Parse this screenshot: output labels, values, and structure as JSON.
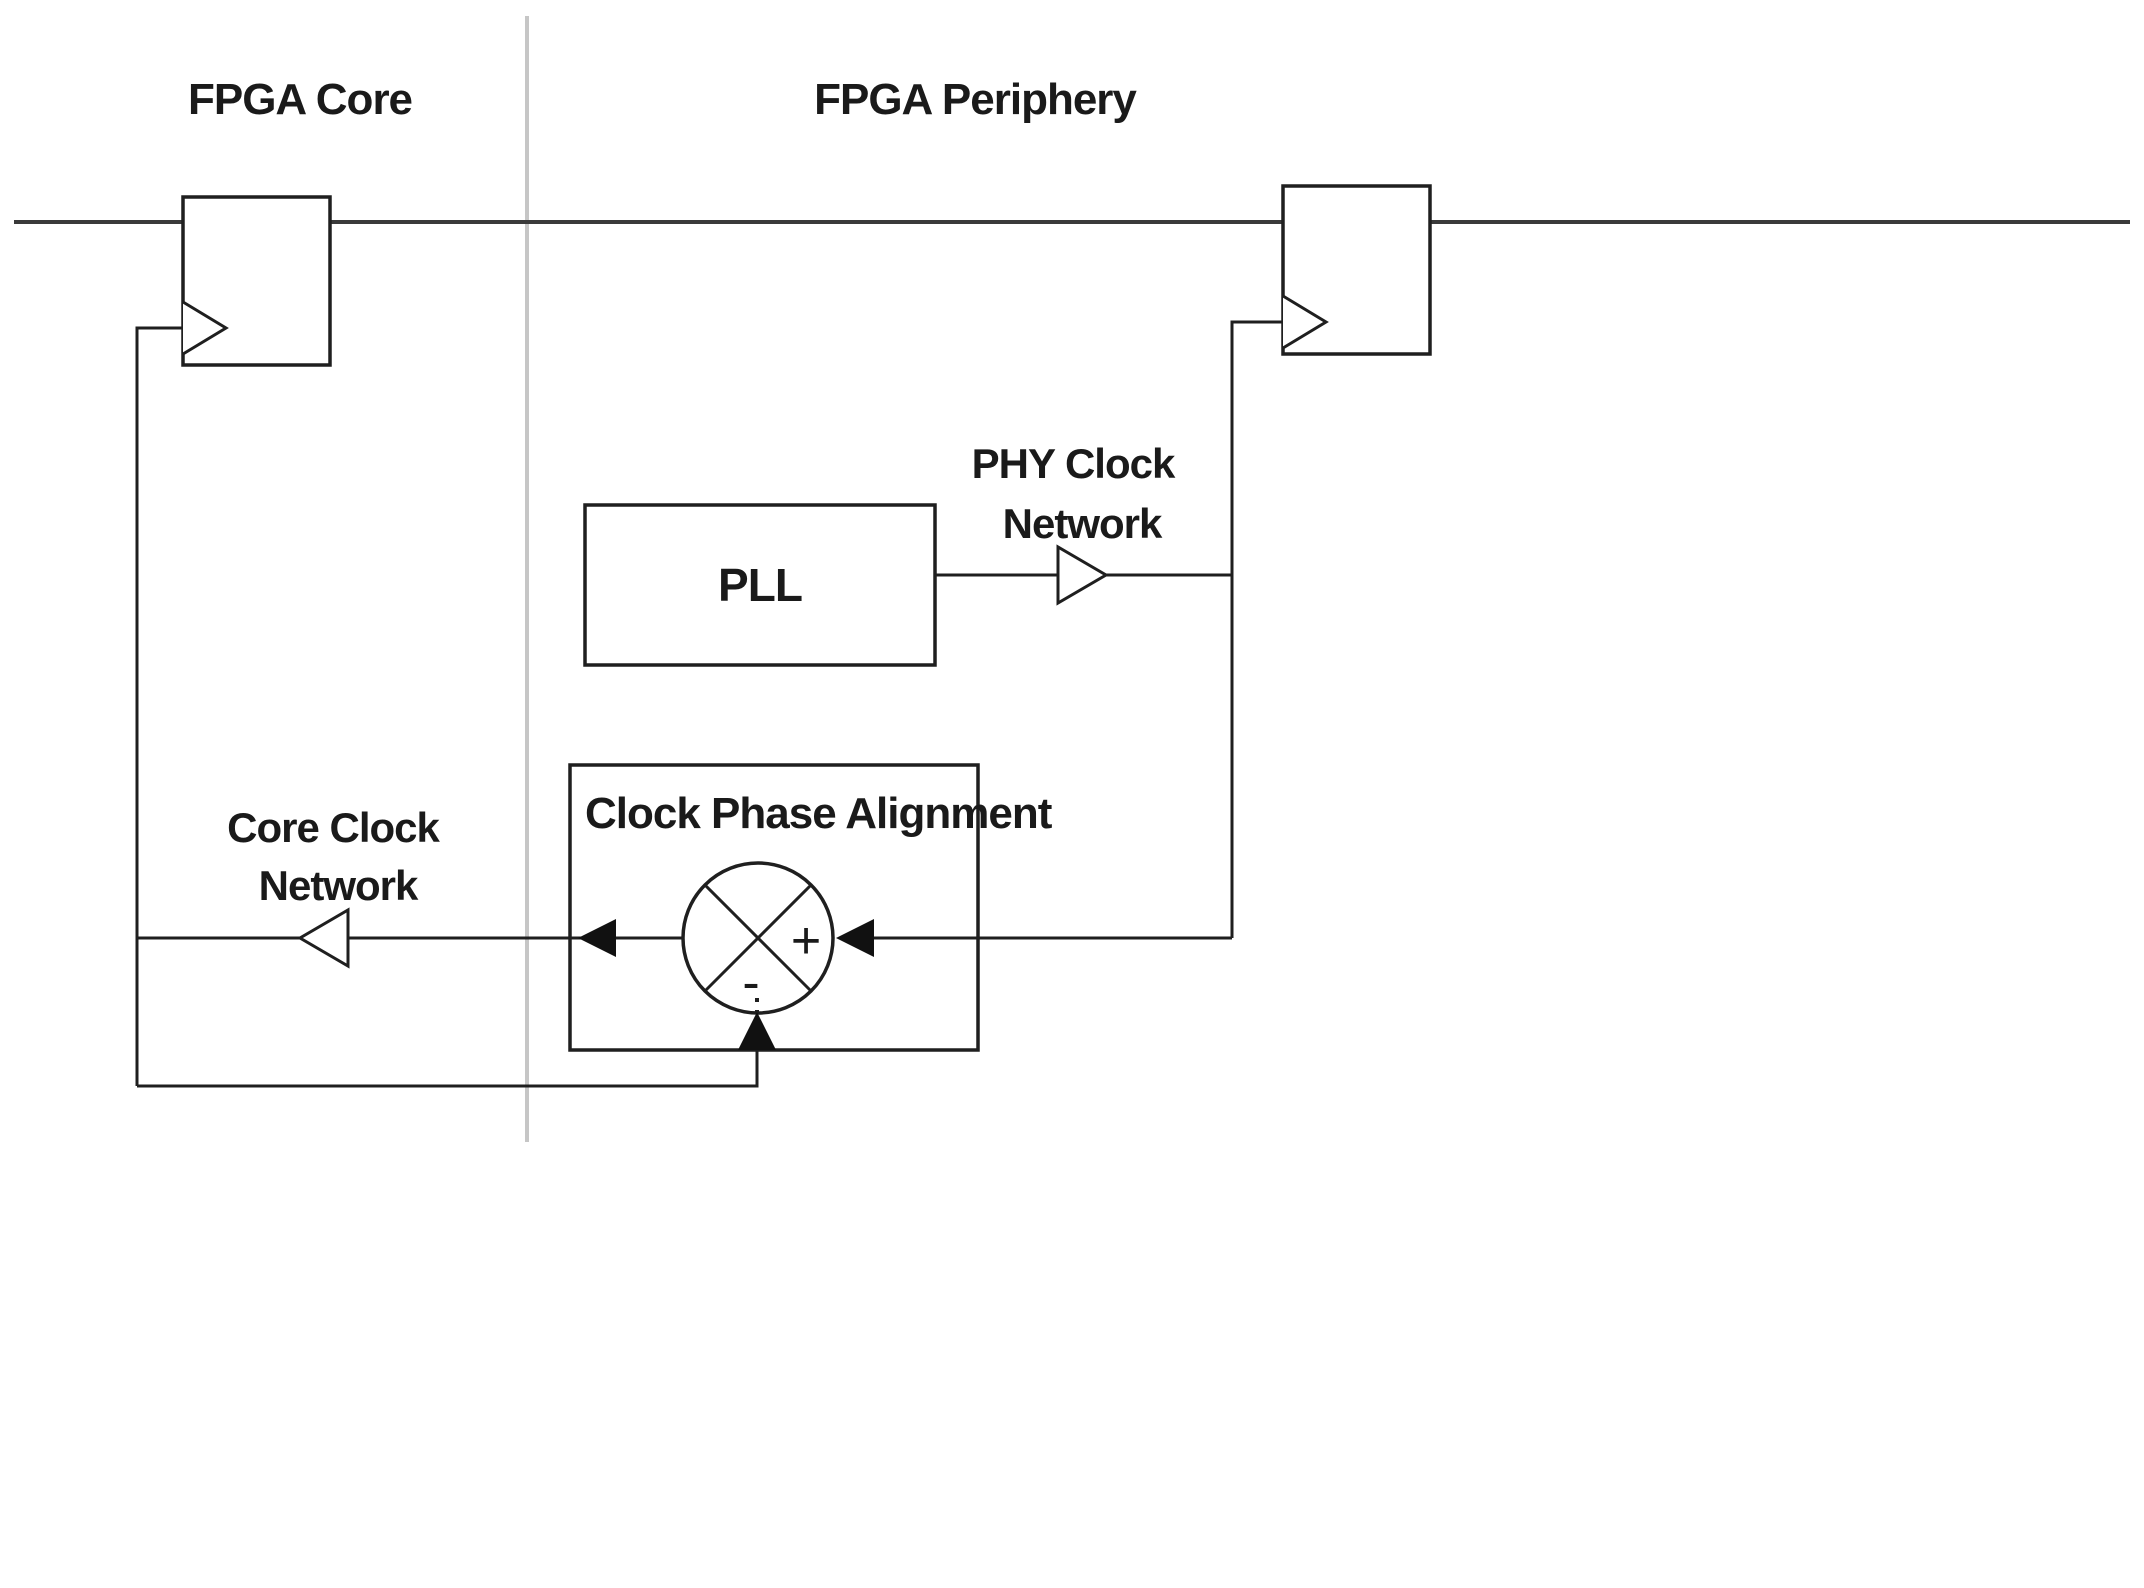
{
  "diagram": {
    "regions": {
      "core_label": "FPGA Core",
      "periphery_label": "FPGA Periphery"
    },
    "blocks": {
      "pll_label": "PLL",
      "cpa_label": "Clock Phase Alignment"
    },
    "networks": {
      "phy_line1": "PHY Clock",
      "phy_line2": "Network",
      "core_line1": "Core Clock",
      "core_line2": "Network"
    },
    "summing_node": {
      "plus": "+",
      "minus": "-"
    },
    "colors": {
      "line": "#1f1f1f",
      "divider": "#c6c6c6",
      "background": "#ffffff"
    }
  }
}
